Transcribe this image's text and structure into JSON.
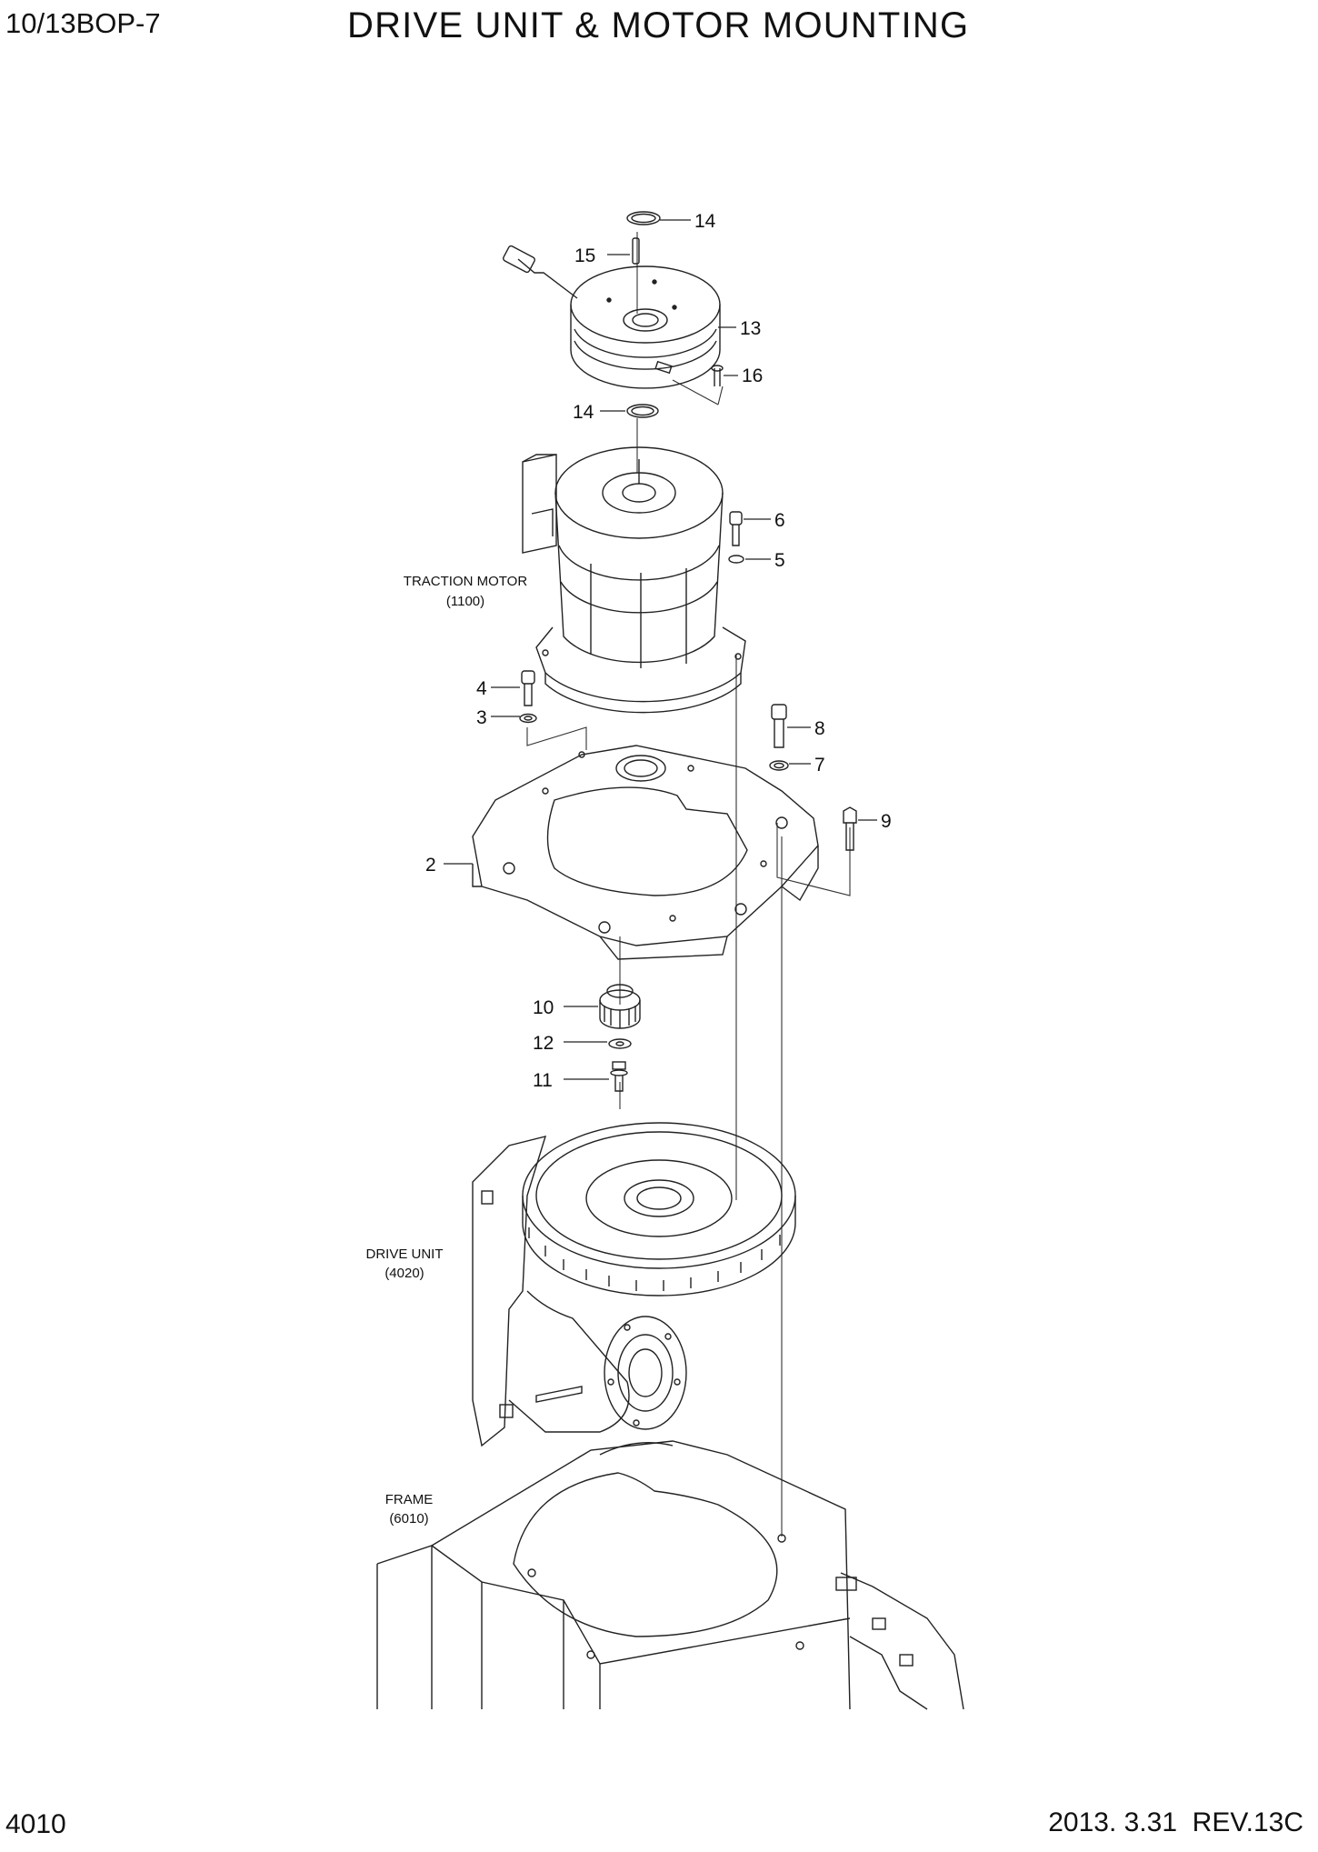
{
  "header": {
    "model": "10/13BOP-7",
    "title": "DRIVE UNIT & MOTOR MOUNTING"
  },
  "footer": {
    "page_number": "4010",
    "revision": "2013. 3.31  REV.13C"
  },
  "parts": {
    "p2": "2",
    "p3": "3",
    "p4": "4",
    "p5": "5",
    "p6": "6",
    "p7": "7",
    "p8": "8",
    "p9": "9",
    "p10": "10",
    "p11": "11",
    "p12": "12",
    "p13": "13",
    "p14_top": "14",
    "p14_lower": "14",
    "p15": "15",
    "p16": "16"
  },
  "assemblies": {
    "traction_motor": {
      "name": "TRACTION MOTOR",
      "ref": "(1100)"
    },
    "drive_unit": {
      "name": "DRIVE UNIT",
      "ref": "(4020)"
    },
    "frame": {
      "name": "FRAME",
      "ref": "(6010)"
    }
  }
}
